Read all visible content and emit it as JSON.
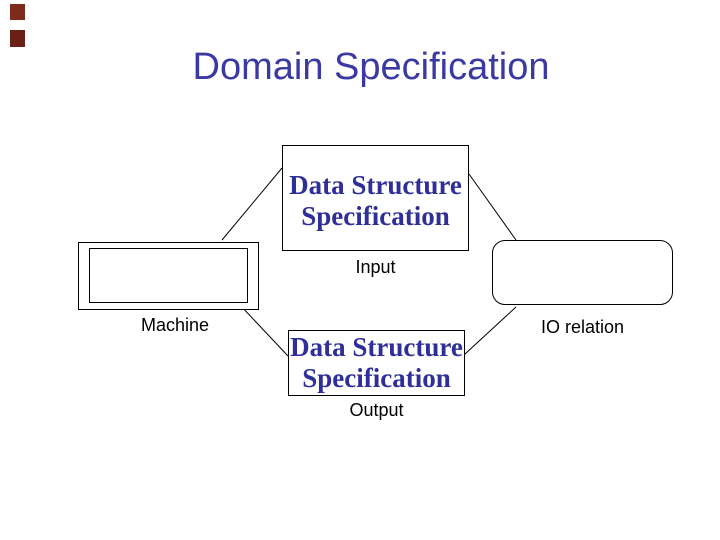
{
  "slide": {
    "title": "Domain Specification",
    "nodes": {
      "input_spec": {
        "line1": "Data Structure",
        "line2": "Specification",
        "caption": "Input"
      },
      "machine": {
        "caption": "Machine"
      },
      "io_relation": {
        "caption": "IO relation"
      },
      "output_spec": {
        "line1": "Data Structure",
        "line2": "Specification",
        "caption": "Output"
      }
    },
    "colors": {
      "background": "#FFFFFF",
      "title_text": "#3A3AA2",
      "box_text": "#2F2F99",
      "caption_text": "#000000",
      "shape_border": "#000000",
      "connector_line": "#000000",
      "corner_marker_top": "#7C2B1D",
      "corner_marker_bottom": "#6A1F17"
    }
  }
}
